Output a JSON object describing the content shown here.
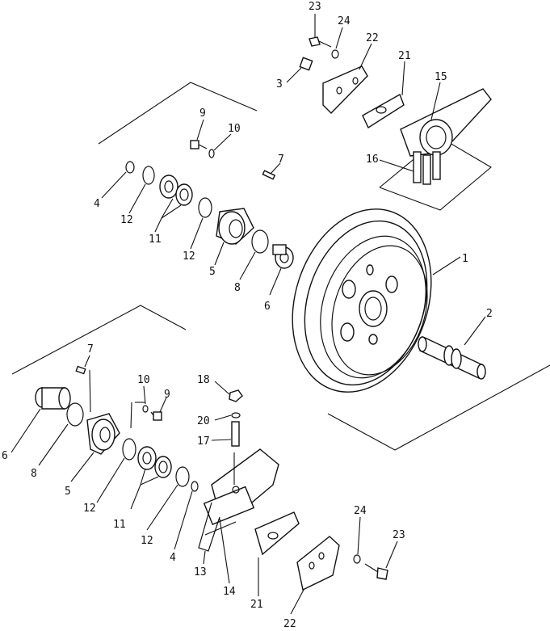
{
  "callouts": {
    "c1": "1",
    "c2": "2",
    "c3": "3",
    "c4a": "4",
    "c4b": "4",
    "c5a": "5",
    "c5b": "5",
    "c6a": "6",
    "c6b": "6",
    "c7a": "7",
    "c7b": "7",
    "c8a": "8",
    "c8b": "8",
    "c9a": "9",
    "c9b": "9",
    "c10a": "10",
    "c10b": "10",
    "c11a": "11",
    "c11b": "11",
    "c12a": "12",
    "c12b": "12",
    "c12c": "12",
    "c12d": "12",
    "c13": "13",
    "c14": "14",
    "c15": "15",
    "c16": "16",
    "c17": "17",
    "c18": "18",
    "c20": "20",
    "c21a": "21",
    "c21b": "21",
    "c22a": "22",
    "c22b": "22",
    "c23a": "23",
    "c23b": "23",
    "c24a": "24",
    "c24b": "24"
  }
}
